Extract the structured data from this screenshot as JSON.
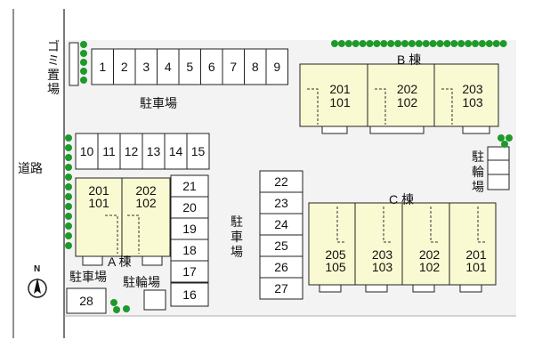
{
  "labels": {
    "road": "道路",
    "garbage": [
      "ゴ",
      "ミ",
      "置",
      "場"
    ],
    "parking_top": "駐車場",
    "parking_center": [
      "駐",
      "車",
      "場"
    ],
    "parking_small": "駐車場",
    "bicycle_b": [
      "駐",
      "輪",
      "場"
    ],
    "bicycle_a": "駐輪場",
    "building_a": "A 棟",
    "building_b": "B 棟",
    "building_c": "C 棟",
    "north": "N"
  },
  "parking": {
    "top_row": [
      "1",
      "2",
      "3",
      "4",
      "5",
      "6",
      "7",
      "8",
      "9"
    ],
    "mid_row": [
      "10",
      "11",
      "12",
      "13",
      "14",
      "15"
    ],
    "right_col": [
      "21",
      "20",
      "19",
      "18",
      "17"
    ],
    "single_16": "16",
    "center_col": [
      "22",
      "23",
      "24",
      "25",
      "26",
      "27"
    ],
    "single_28": "28"
  },
  "units": {
    "b": [
      {
        "top": "201",
        "bottom": "101"
      },
      {
        "top": "202",
        "bottom": "102"
      },
      {
        "top": "203",
        "bottom": "103"
      }
    ],
    "a": [
      {
        "top": "201",
        "bottom": "101"
      },
      {
        "top": "202",
        "bottom": "102"
      }
    ],
    "c": [
      {
        "top": "205",
        "bottom": "105"
      },
      {
        "top": "203",
        "bottom": "103"
      },
      {
        "top": "202",
        "bottom": "102"
      },
      {
        "top": "201",
        "bottom": "101"
      }
    ]
  },
  "colors": {
    "site_fill": "#f3f3f3",
    "building_fill": "#fafad2",
    "tree": "#1e9a2a",
    "line": "#222222"
  }
}
